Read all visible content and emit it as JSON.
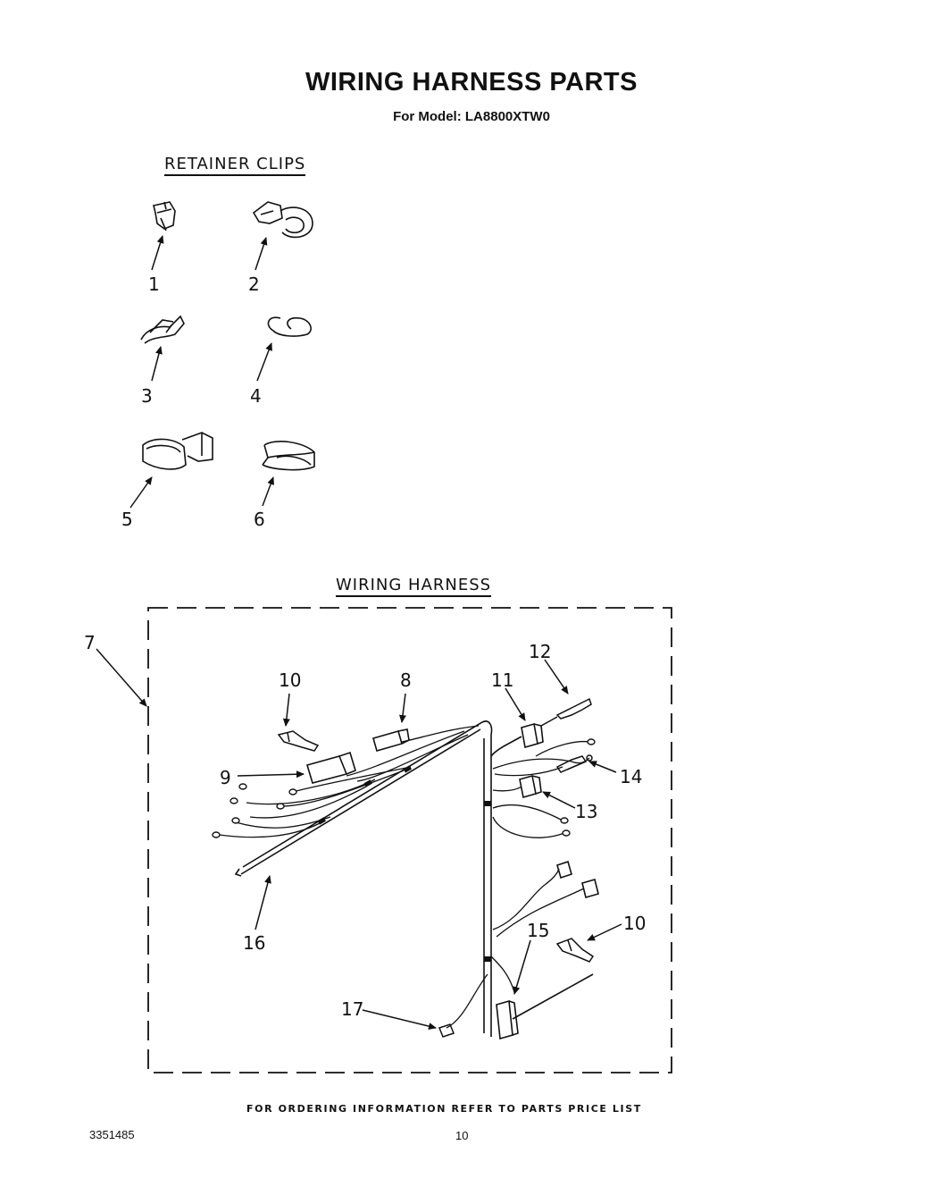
{
  "header": {
    "title": "WIRING HARNESS PARTS",
    "subtitle": "For Model: LA8800XTW0"
  },
  "sections": {
    "retainer_clips": "RETAINER CLIPS",
    "wiring_harness": "WIRING HARNESS"
  },
  "callouts": {
    "c1": "1",
    "c2": "2",
    "c3": "3",
    "c4": "4",
    "c5": "5",
    "c6": "6",
    "c7": "7",
    "c8": "8",
    "c9": "9",
    "c10a": "10",
    "c10b": "10",
    "c11": "11",
    "c12": "12",
    "c13": "13",
    "c14": "14",
    "c15": "15",
    "c16": "16",
    "c17": "17"
  },
  "footer": {
    "note": "FOR ORDERING INFORMATION REFER TO PARTS PRICE LIST",
    "doc_number": "3351485",
    "page_number": "10"
  }
}
